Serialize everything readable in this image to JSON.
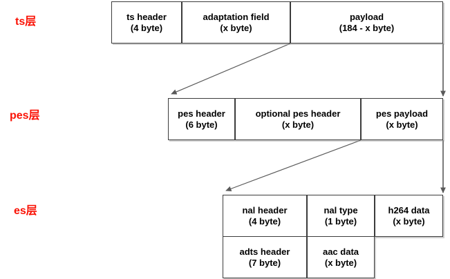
{
  "diagram": {
    "title": "ts / pes / es layered packet structure",
    "background_color": "#ffffff",
    "label_color": "#fa1205",
    "box_border_color": "#3b3b3b",
    "arrow_color": "#595959",
    "layers": [
      {
        "id": "ts",
        "label": "ts层",
        "boxes": [
          {
            "name": "ts header",
            "line1": "ts  header",
            "line2": "(4 byte)"
          },
          {
            "name": "adaptation field",
            "line1": "adaptation field",
            "line2": "(x byte)"
          },
          {
            "name": "payload",
            "line1": "payload",
            "line2": "(184 - x byte)"
          }
        ]
      },
      {
        "id": "pes",
        "label": "pes层",
        "boxes": [
          {
            "name": "pes header",
            "line1": "pes  header",
            "line2": "(6 byte)"
          },
          {
            "name": "optional pes header",
            "line1": "optional pes  header",
            "line2": "(x byte)"
          },
          {
            "name": "pes payload",
            "line1": "pes  payload",
            "line2": "(x byte)"
          }
        ]
      },
      {
        "id": "es",
        "label": "es层",
        "boxes_row1": [
          {
            "name": "nal header",
            "line1": "nal  header",
            "line2": "(4 byte)"
          },
          {
            "name": "nal type",
            "line1": "nal  type",
            "line2": "(1 byte)"
          },
          {
            "name": "h264 data",
            "line1": "h264  data",
            "line2": "(x byte)"
          }
        ],
        "boxes_row2": [
          {
            "name": "adts header",
            "line1": "adts  header",
            "line2": "(7 byte)"
          },
          {
            "name": "aac data",
            "line1": "aac  data",
            "line2": "(x byte)"
          }
        ]
      }
    ],
    "connections": [
      {
        "name": "ts-payload-to-pes-header",
        "from": "ts payload left edge",
        "to": "pes header top-left",
        "style": "diagonal-arrow"
      },
      {
        "name": "ts-right-to-pes-right",
        "from": "ts payload right edge",
        "to": "pes payload top-right",
        "style": "vertical-arrow"
      },
      {
        "name": "pes-payload-to-nal-header",
        "from": "pes payload left edge",
        "to": "nal header top-left",
        "style": "diagonal-arrow"
      },
      {
        "name": "pes-right-to-es-right",
        "from": "pes payload right edge",
        "to": "h264 data top-right",
        "style": "vertical-arrow"
      }
    ]
  }
}
